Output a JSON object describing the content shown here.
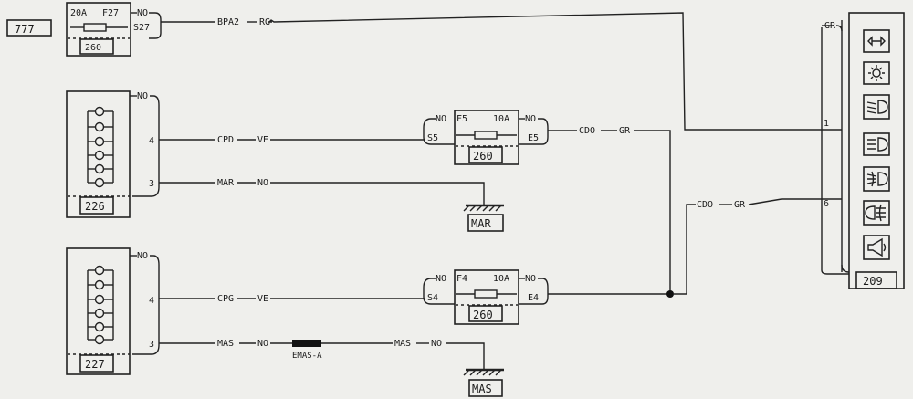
{
  "page_ref": "777",
  "fuse_f27": {
    "rating": "20A",
    "name": "F27",
    "wire_in": "NO",
    "pin": "S27",
    "box": "260"
  },
  "wire_bpa2": {
    "code": "BPA2",
    "color": "RG"
  },
  "panel_226": {
    "id": "226",
    "top_wire": "NO",
    "pin_4": "4",
    "pin_3": "3",
    "wire_4": {
      "code": "CPD",
      "color": "VE"
    },
    "wire_3": {
      "code": "MAR",
      "color": "NO"
    }
  },
  "panel_227": {
    "id": "227",
    "top_wire": "NO",
    "pin_4": "4",
    "pin_3": "3",
    "wire_4": {
      "code": "CPG",
      "color": "VE"
    },
    "wire_3a": {
      "code": "MAS",
      "color": "NO"
    },
    "wire_3b": {
      "code": "MAS",
      "color": "NO"
    }
  },
  "fuse_f5": {
    "name": "F5",
    "rating": "10A",
    "wire_left": "NO",
    "wire_right": "NO",
    "pin_left": "S5",
    "pin_right": "E5",
    "box": "260"
  },
  "fuse_f4": {
    "name": "F4",
    "rating": "10A",
    "wire_left": "NO",
    "wire_right": "NO",
    "pin_left": "S4",
    "pin_right": "E4",
    "box": "260"
  },
  "wire_cdo_1": {
    "code": "CDO",
    "color": "GR"
  },
  "wire_cdo_2": {
    "code": "CDO",
    "color": "GR"
  },
  "ground_mar": "MAR",
  "ground_mas": "MAS",
  "splice": "EMAS-A",
  "cluster_209": {
    "id": "209",
    "wire_top": "GR",
    "pin_1": "1",
    "pin_6": "6",
    "icons": [
      "turn-signal-icon",
      "sidelight-icon",
      "low-beam-icon",
      "high-beam-icon",
      "fog-light-icon",
      "rear-fog-light-icon",
      "horn-icon"
    ]
  },
  "colors": {
    "ink": "#222222",
    "paper": "#efefec"
  }
}
